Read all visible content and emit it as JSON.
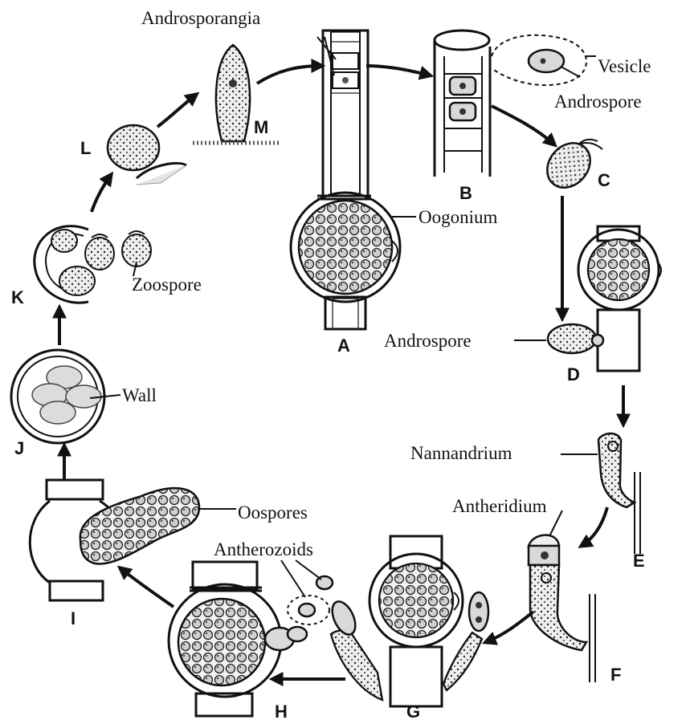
{
  "labels": {
    "androsporangia": "Androsporangia",
    "vesicle": "Vesicle",
    "androspore_b": "Androspore",
    "oogonium": "Oogonium",
    "androspore_d": "Androspore",
    "zoospore": "Zoospore",
    "wall": "Wall",
    "nannandrium": "Nannandrium",
    "antheridium": "Antheridium",
    "oospores": "Oospores",
    "antherozoids": "Antherozoids"
  },
  "stage_letters": {
    "a": "A",
    "b": "B",
    "c": "C",
    "d": "D",
    "e": "E",
    "f": "F",
    "g": "G",
    "h": "H",
    "i": "I",
    "j": "J",
    "k": "K",
    "l": "L",
    "m": "M"
  },
  "colors": {
    "ink": "#111111",
    "fill": "#d9d9d9",
    "background": "#ffffff"
  }
}
